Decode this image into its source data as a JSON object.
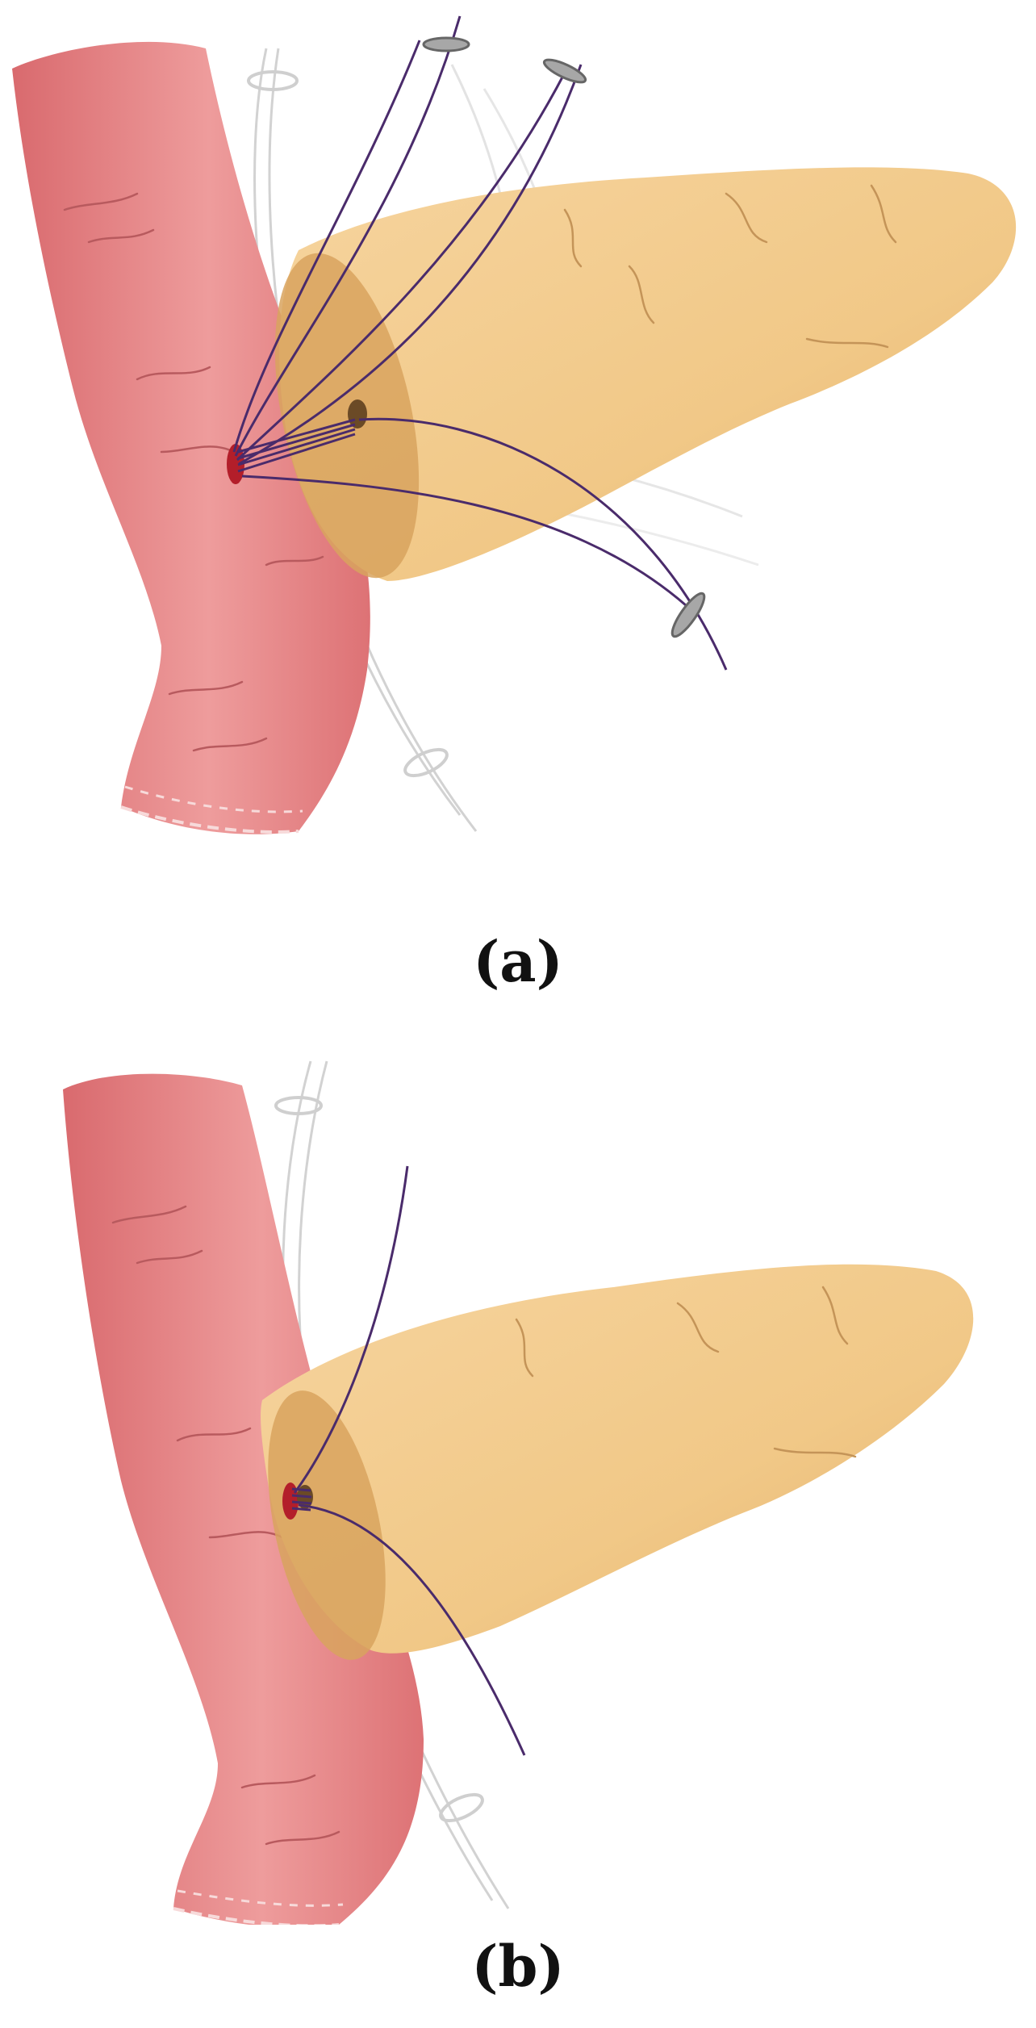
{
  "figure": {
    "panels": [
      {
        "id": "a",
        "label": "(a)"
      },
      {
        "id": "b",
        "label": "(b)"
      }
    ]
  },
  "colors": {
    "intestine": "#e0787a",
    "intestine_highlight": "#ee9c9c",
    "intestine_vein": "#b85a5e",
    "pancreas": "#f2c98a",
    "pancreas_shadow": "#d5a05a",
    "pancreas_vein": "#c49458",
    "suture": "#4a2b6b",
    "ghost_suture": "#cfcfcf",
    "needle": "#9a9a9a",
    "opening": "#b31e2a"
  }
}
